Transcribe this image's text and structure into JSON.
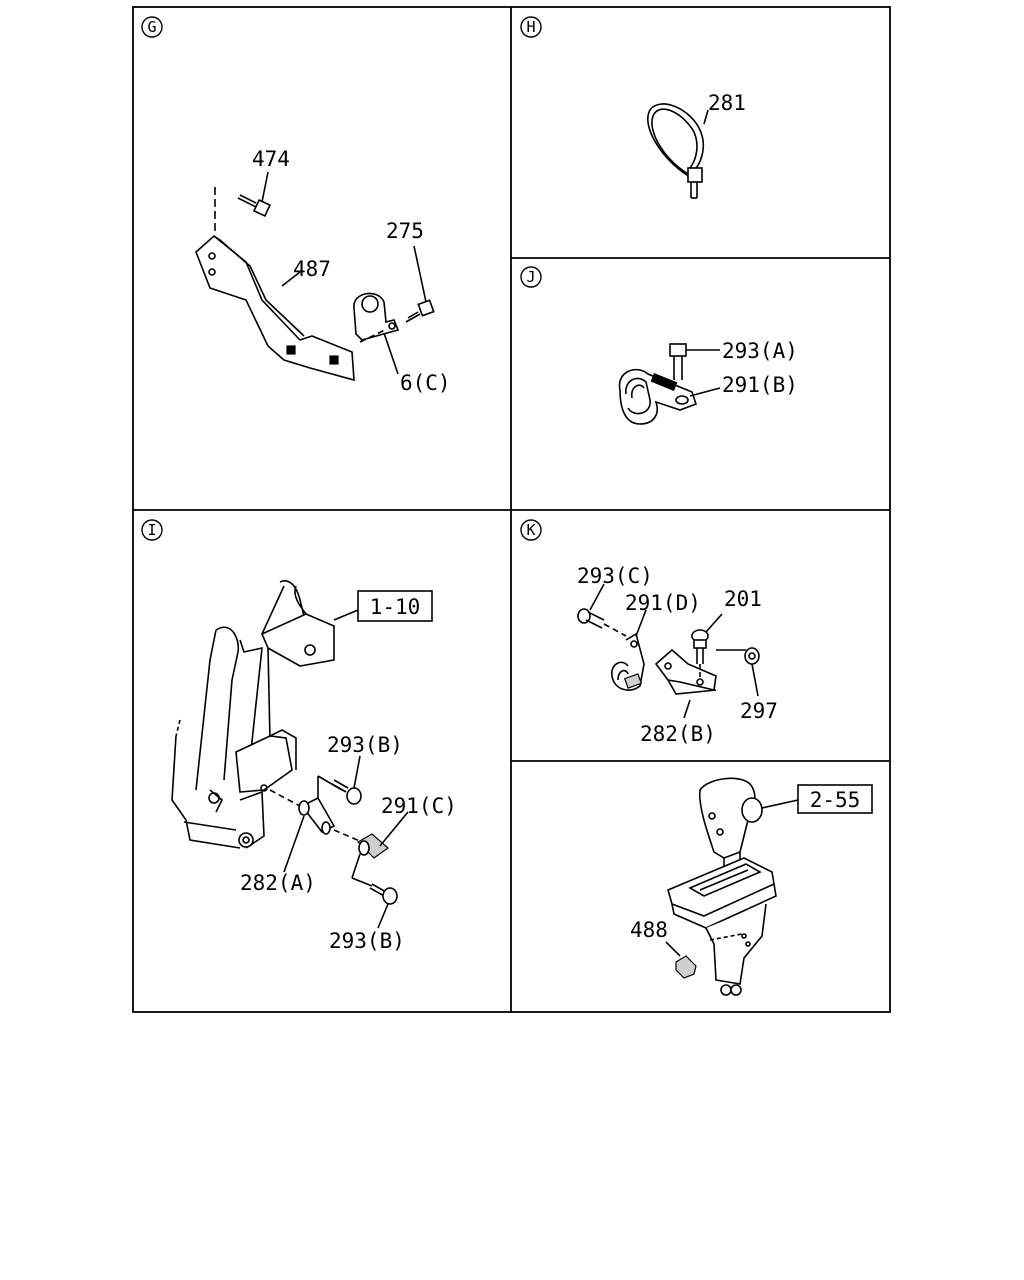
{
  "panels": {
    "G": {
      "id": "G",
      "labels": {
        "p474": "474",
        "p487": "487",
        "p275": "275",
        "p6c": "6(C)"
      }
    },
    "H": {
      "id": "H",
      "labels": {
        "p281": "281"
      }
    },
    "J": {
      "id": "J",
      "labels": {
        "p293a": "293(A)",
        "p291b": "291(B)"
      }
    },
    "I": {
      "id": "I",
      "ref_box": "1-10",
      "labels": {
        "p293b_top": "293(B)",
        "p291c": "291(C)",
        "p282a": "282(A)",
        "p293b_bot": "293(B)"
      }
    },
    "K": {
      "id": "K",
      "labels": {
        "p293c": "293(C)",
        "p291d": "291(D)",
        "p201": "201",
        "p297": "297",
        "p282b": "282(B)"
      }
    },
    "L": {
      "ref_box": "2-55",
      "labels": {
        "p488": "488"
      }
    }
  }
}
